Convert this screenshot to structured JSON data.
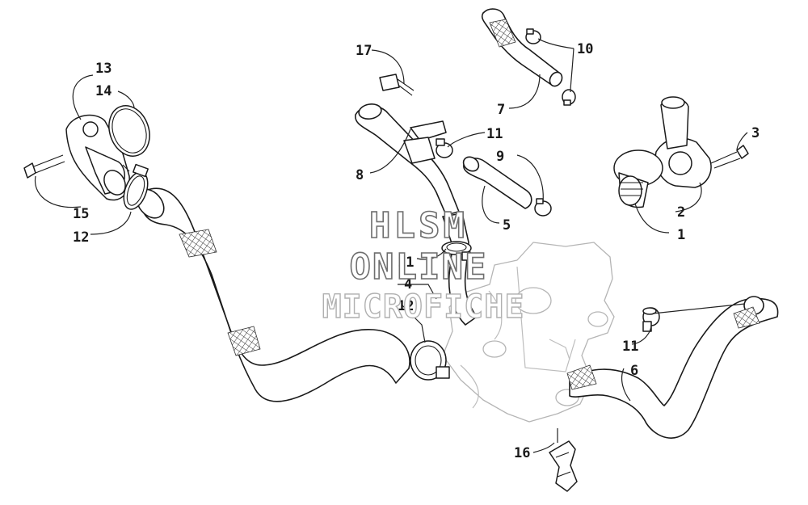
{
  "callouts": {
    "c1": "1",
    "c2": "2",
    "c3": "3",
    "c4": "4",
    "c5": "5",
    "c6": "6",
    "c7": "7",
    "c8": "8",
    "c9": "9",
    "c10": "10",
    "c11a": "11",
    "c11b": "11",
    "c11c": "11",
    "c12a": "12",
    "c12b": "12",
    "c13": "13",
    "c14": "14",
    "c15": "15",
    "c16": "16",
    "c17": "17"
  },
  "watermark": {
    "line1": "HLSM",
    "line2": "ONLINE",
    "line3": "MICROFICHE"
  },
  "colors": {
    "ink": "#1a1a1a",
    "ghost": "#b5b5b5",
    "background": "#ffffff"
  }
}
